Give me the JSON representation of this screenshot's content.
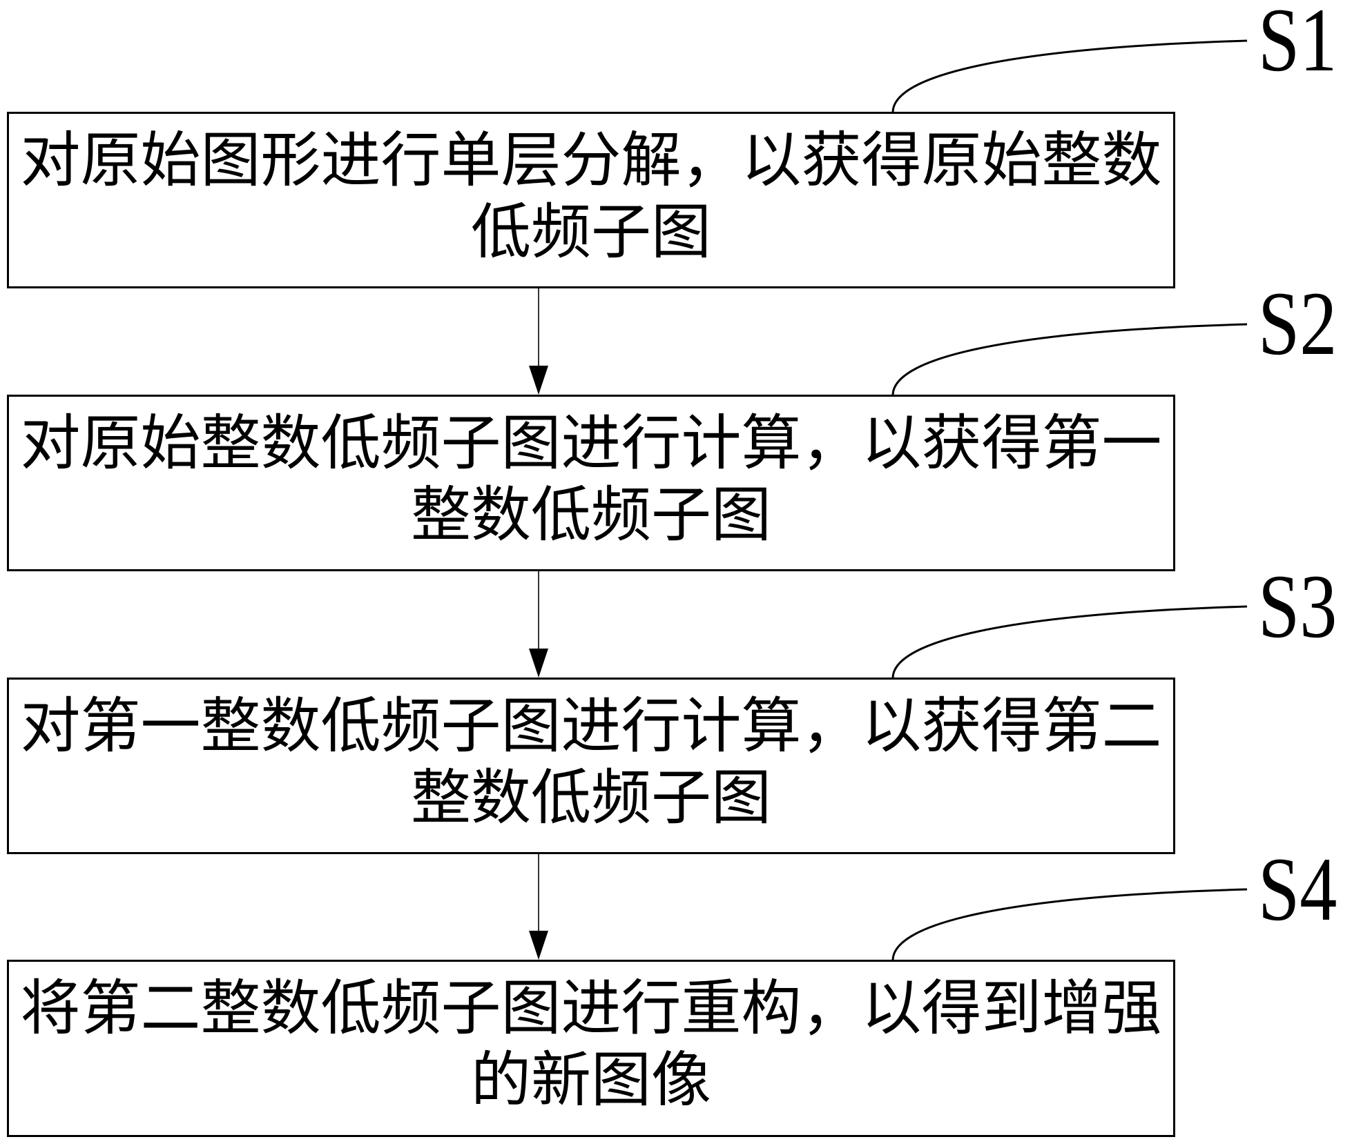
{
  "diagram": {
    "type": "flowchart",
    "direction": "top-to-bottom",
    "steps": [
      {
        "id": "S1",
        "label": "S1",
        "text": "对原始图形进行单层分解，以获得原始整数低频子图"
      },
      {
        "id": "S2",
        "label": "S2",
        "text": "对原始整数低频子图进行计算，以获得第一整数低频子图"
      },
      {
        "id": "S3",
        "label": "S3",
        "text": "对第一整数低频子图进行计算，以获得第二整数低频子图"
      },
      {
        "id": "S4",
        "label": "S4",
        "text": "将第二整数低频子图进行重构，以得到增强的新图像"
      }
    ],
    "edges": [
      {
        "from": "S1",
        "to": "S2"
      },
      {
        "from": "S2",
        "to": "S3"
      },
      {
        "from": "S3",
        "to": "S4"
      }
    ],
    "colors": {
      "stroke": "#000000",
      "background": "#ffffff",
      "text": "#000000"
    }
  }
}
